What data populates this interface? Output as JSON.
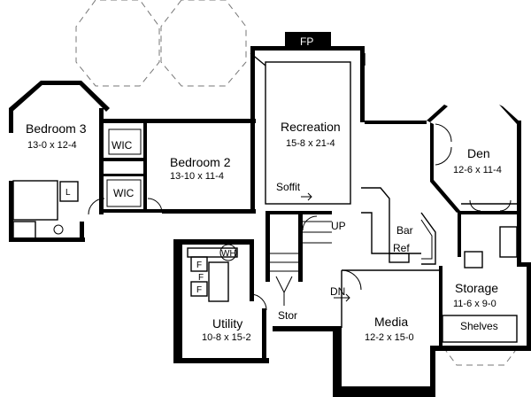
{
  "rooms": {
    "bedroom3": {
      "name": "Bedroom 3",
      "size": "13-0 x 12-4"
    },
    "bedroom2": {
      "name": "Bedroom 2",
      "size": "13-10 x 11-4"
    },
    "recreation": {
      "name": "Recreation",
      "size": "15-8 x 21-4"
    },
    "den": {
      "name": "Den",
      "size": "12-6 x 11-4"
    },
    "utility": {
      "name": "Utility",
      "size": "10-8 x 15-2"
    },
    "media": {
      "name": "Media",
      "size": "12-2 x 15-0"
    },
    "storage": {
      "name": "Storage",
      "size": "11-6 x 9-0"
    }
  },
  "labels": {
    "wic_upper": "WIC",
    "wic_lower": "WIC",
    "fireplace": "FP",
    "soffit": "Soffit",
    "up": "UP",
    "dn": "DN",
    "bar": "Bar",
    "ref": "Ref",
    "stor": "Stor",
    "shelves": "Shelves",
    "water_heater": "WH",
    "furnace_1": "F",
    "furnace_2": "F",
    "furnace_3": "F",
    "linen": "L"
  }
}
